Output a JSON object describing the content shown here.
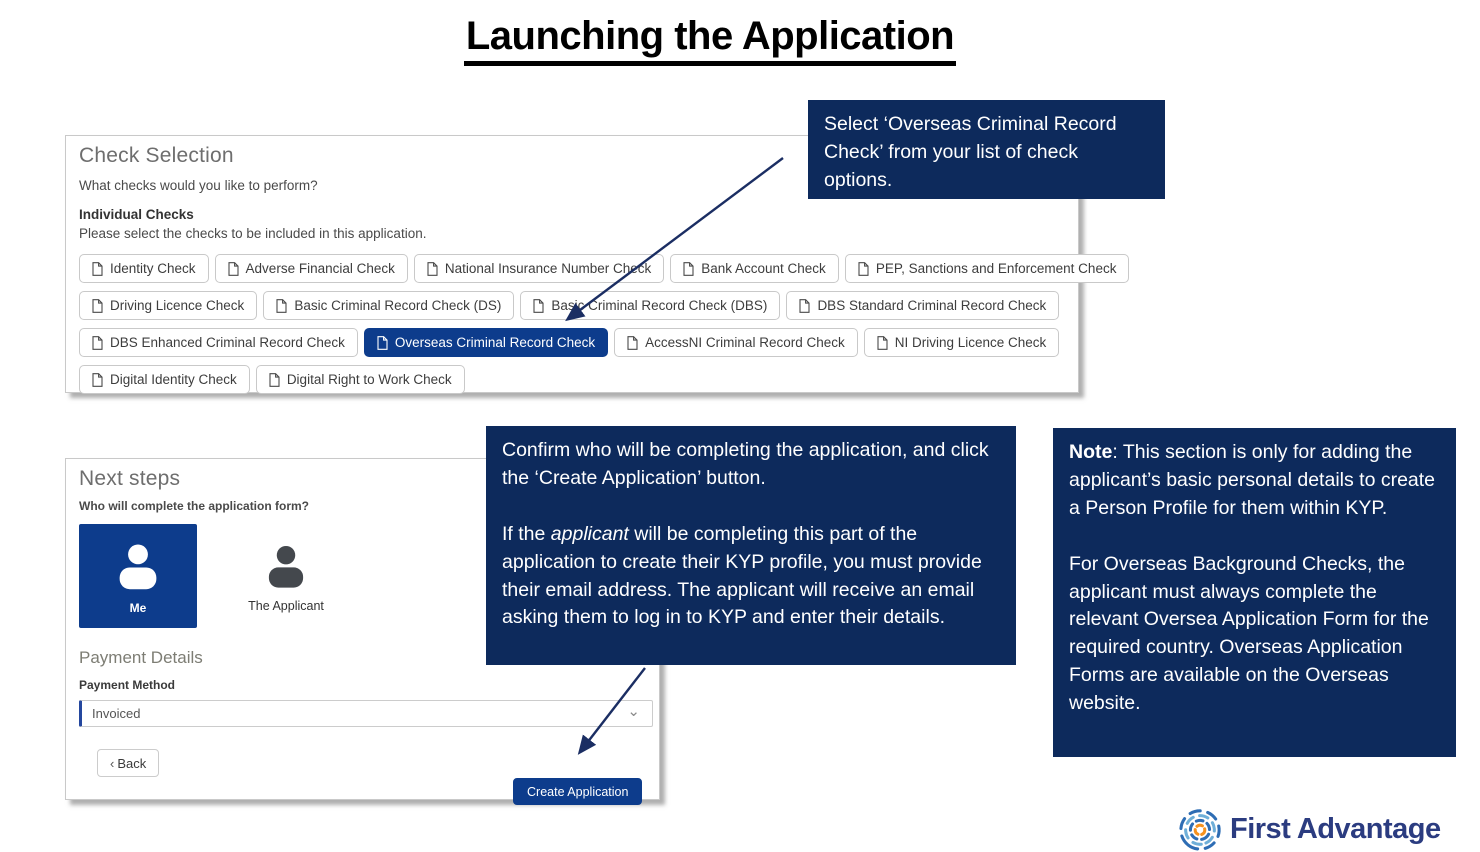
{
  "page": {
    "title": "Launching the Application"
  },
  "colors": {
    "callout_bg": "#0D2A5C",
    "accent": "#0D3C8C",
    "arrow": "#1B2E63",
    "logo_text": "#2B3C80",
    "logo_orange": "#F6921E",
    "logo_blue": "#2E6DB4",
    "logo_light_blue": "#6FAFD8"
  },
  "callout_select": {
    "text": "Select ‘Overseas Criminal Record Check’ from your list of check options."
  },
  "check_selection": {
    "title": "Check Selection",
    "question": "What checks would you like to perform?",
    "group_title": "Individual Checks",
    "group_subtitle": "Please select the checks to be included in this application.",
    "selected_check": "Overseas Criminal Record Check",
    "rows": [
      [
        "Identity Check",
        "Adverse Financial Check",
        "National Insurance Number Check",
        "Bank Account Check",
        "PEP, Sanctions and Enforcement Check"
      ],
      [
        "Driving Licence Check",
        "Basic Criminal Record Check (DS)",
        "Basic Criminal Record Check (DBS)",
        "DBS Standard Criminal Record Check"
      ],
      [
        "DBS Enhanced Criminal Record Check",
        "Overseas Criminal Record Check",
        "AccessNI Criminal Record Check",
        "NI Driving Licence Check"
      ],
      [
        "Digital Identity Check",
        "Digital Right to Work Check"
      ]
    ]
  },
  "callout_confirm": {
    "p1": "Confirm who will be completing the application, and click the ‘Create Application’ button.",
    "p2_before": "If the ",
    "p2_italic": "applicant",
    "p2_after": " will be completing this part of the application to create their KYP profile, you must provide their email address. The applicant will receive an email asking them to log in to KYP and enter their details."
  },
  "note_box": {
    "label": "Note",
    "p1_rest": ": This section is only for adding the applicant’s basic personal details to create a Person Profile for them within KYP.",
    "p2": "For Overseas Background Checks, the applicant must always complete the relevant Oversea Application Form for the required country. Overseas Application Forms are available on the Overseas website."
  },
  "next_steps": {
    "title": "Next steps",
    "question": "Who will complete the application form?",
    "options": [
      {
        "label": "Me",
        "selected": true
      },
      {
        "label": "The Applicant",
        "selected": false
      }
    ],
    "payment": {
      "title": "Payment Details",
      "method_label": "Payment Method",
      "method_value": "Invoiced"
    },
    "back_chevron": "‹",
    "back_label": "Back",
    "create_label": "Create Application"
  },
  "logo": {
    "brand": "First Advantage"
  }
}
